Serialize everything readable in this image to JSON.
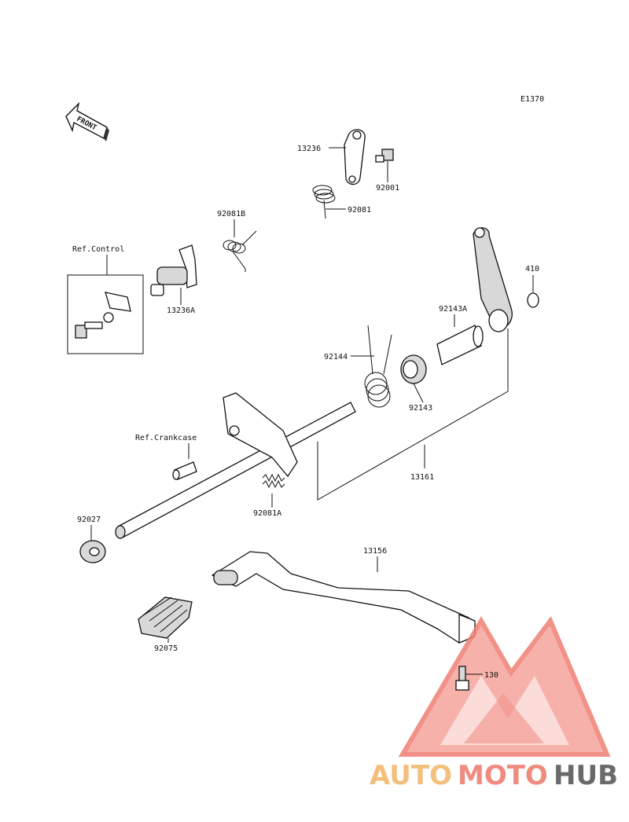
{
  "diagram": {
    "code": "E1370",
    "front_label": "FRONT",
    "ref_control": "Ref.Control",
    "ref_crankcase": "Ref.Crankcase",
    "parts": [
      {
        "id": "p13236",
        "label": "13236"
      },
      {
        "id": "p92001",
        "label": "92001"
      },
      {
        "id": "p92081",
        "label": "92081"
      },
      {
        "id": "p92081B",
        "label": "92081B"
      },
      {
        "id": "p13236A",
        "label": "13236A"
      },
      {
        "id": "p410",
        "label": "410"
      },
      {
        "id": "p92143A",
        "label": "92143A"
      },
      {
        "id": "p92144",
        "label": "92144"
      },
      {
        "id": "p92143",
        "label": "92143"
      },
      {
        "id": "p13161",
        "label": "13161"
      },
      {
        "id": "p92081A",
        "label": "92081A"
      },
      {
        "id": "p92027",
        "label": "92027"
      },
      {
        "id": "p13156",
        "label": "13156"
      },
      {
        "id": "p92075",
        "label": "92075"
      },
      {
        "id": "p130",
        "label": "130"
      }
    ]
  },
  "watermark": {
    "auto": "AUTO",
    "moto": "MOTO",
    "hub": "HUB",
    "colors": {
      "auto": "#f3bf7d",
      "moto": "#f08b7f",
      "hub": "#6a6a6a",
      "logo": "#f07e74"
    }
  }
}
